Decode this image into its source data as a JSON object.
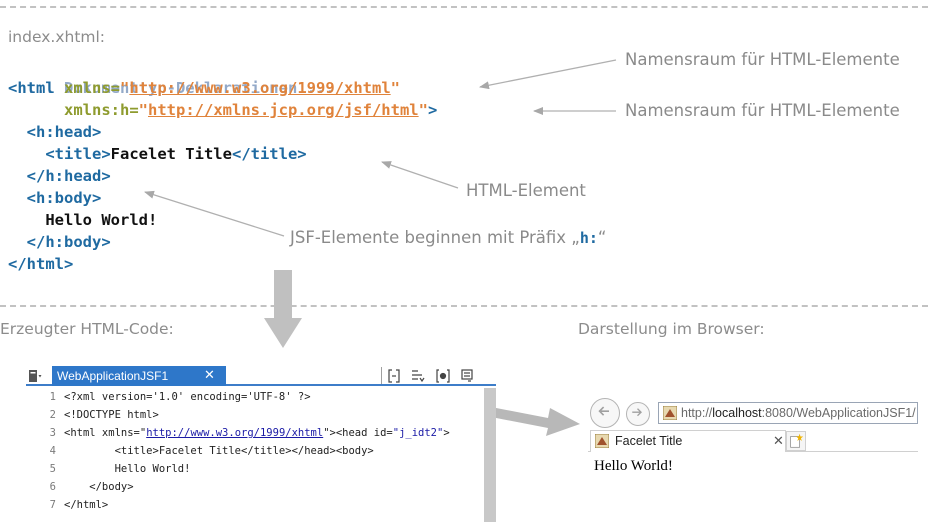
{
  "labels": {
    "source_file": "index.xhtml:",
    "generated": "Erzeugter HTML-Code:",
    "rendering": "Darstellung im Browser:"
  },
  "annotations": {
    "namespace_html": "Namensraum für HTML-Elemente",
    "namespace_jsf": "Namensraum für HTML-Elemente",
    "html_element": "HTML-Element",
    "jsf_prefix_text": "JSF-Elemente beginnen mit Präfix „",
    "jsf_prefix_code": "h:",
    "jsf_prefix_close": "“"
  },
  "source": {
    "doctype_comment": "... Dokumenttyp-Deklarationen ...",
    "html_open": "<html",
    "xmlns_attr": "xmlns=",
    "xmlns_q1": "\"",
    "xmlns_url": "http://www.w3.org/1999/xhtml",
    "xmlns_q2": "\"",
    "xmlns_h_attr": "xmlns:h=",
    "xmlns_h_q1": "\"",
    "xmlns_h_url": "http://xmlns.jcp.org/jsf/html",
    "xmlns_h_q2": "\"",
    "xmlns_h_close": ">",
    "head_open": "<h:head>",
    "title_open": "<title>",
    "title_text": "Facelet Title",
    "title_close": "</title>",
    "head_close": "</h:head>",
    "body_open": "<h:body>",
    "body_text": "Hello World!",
    "body_close": "</h:body>",
    "html_close": "</html>"
  },
  "ide": {
    "tab_label": "WebApplicationJSF1",
    "tab_close": "✕",
    "lines": [
      {
        "num": "1",
        "text": "<?xml version='1.0' encoding='UTF-8' ?>"
      },
      {
        "num": "2",
        "text": "<!DOCTYPE html>"
      },
      {
        "num": "3",
        "pre": "<html xmlns=\"",
        "url": "http://www.w3.org/1999/xhtml",
        "mid": "\"><head id=",
        "str": "\"j_idt2\"",
        "post": ">"
      },
      {
        "num": "4",
        "text": "        <title>Facelet Title</title></head><body>"
      },
      {
        "num": "5",
        "text": "        Hello World!"
      },
      {
        "num": "6",
        "text": "    </body>"
      },
      {
        "num": "7",
        "text": "</html>"
      }
    ]
  },
  "browser": {
    "url_prefix": "http://",
    "url_host": "localhost",
    "url_rest": ":8080/WebApplicationJSF1/",
    "tab_title": "Facelet Title",
    "tab_close": "✕",
    "content": "Hello World!"
  }
}
